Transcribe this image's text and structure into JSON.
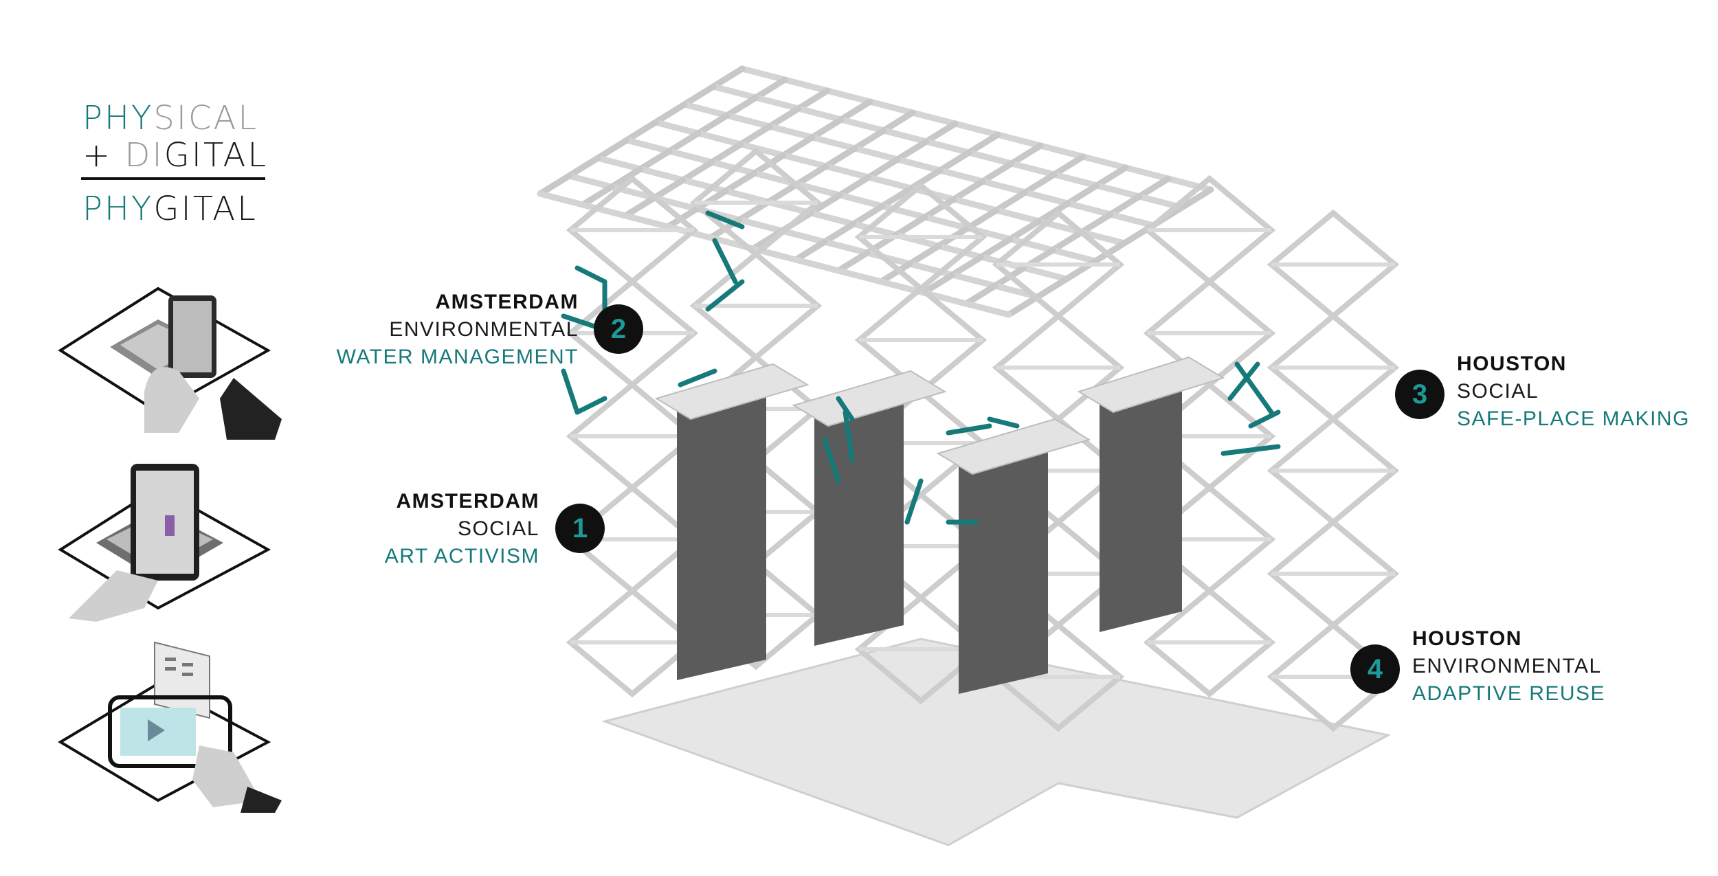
{
  "title": {
    "line1": {
      "teal": "PHY",
      "grey": "SICAL"
    },
    "line2": {
      "black_prefix": "+ ",
      "grey": "DI",
      "black": "GITAL"
    },
    "line3": {
      "teal": "PHY",
      "black": "GITAL"
    }
  },
  "labels": [
    {
      "number": "1",
      "city": "AMSTERDAM",
      "category": "SOCIAL",
      "subtitle": "ART ACTIVISM"
    },
    {
      "number": "2",
      "city": "AMSTERDAM",
      "category": "ENVIRONMENTAL",
      "subtitle": "WATER MANAGEMENT"
    },
    {
      "number": "3",
      "city": "HOUSTON",
      "category": "SOCIAL",
      "subtitle": "SAFE-PLACE MAKING"
    },
    {
      "number": "4",
      "city": "HOUSTON",
      "category": "ENVIRONMENTAL",
      "subtitle": "ADAPTIVE REUSE"
    }
  ],
  "colors": {
    "accent": "#16797a",
    "badge_bg": "#101010",
    "badge_text": "#1f9a9a",
    "structure": "#d9d9d9",
    "pillar": "#5b5b5b"
  },
  "icons": [
    "tablet-ar-icon",
    "phone-ar-icon",
    "phone-video-ar-icon"
  ]
}
